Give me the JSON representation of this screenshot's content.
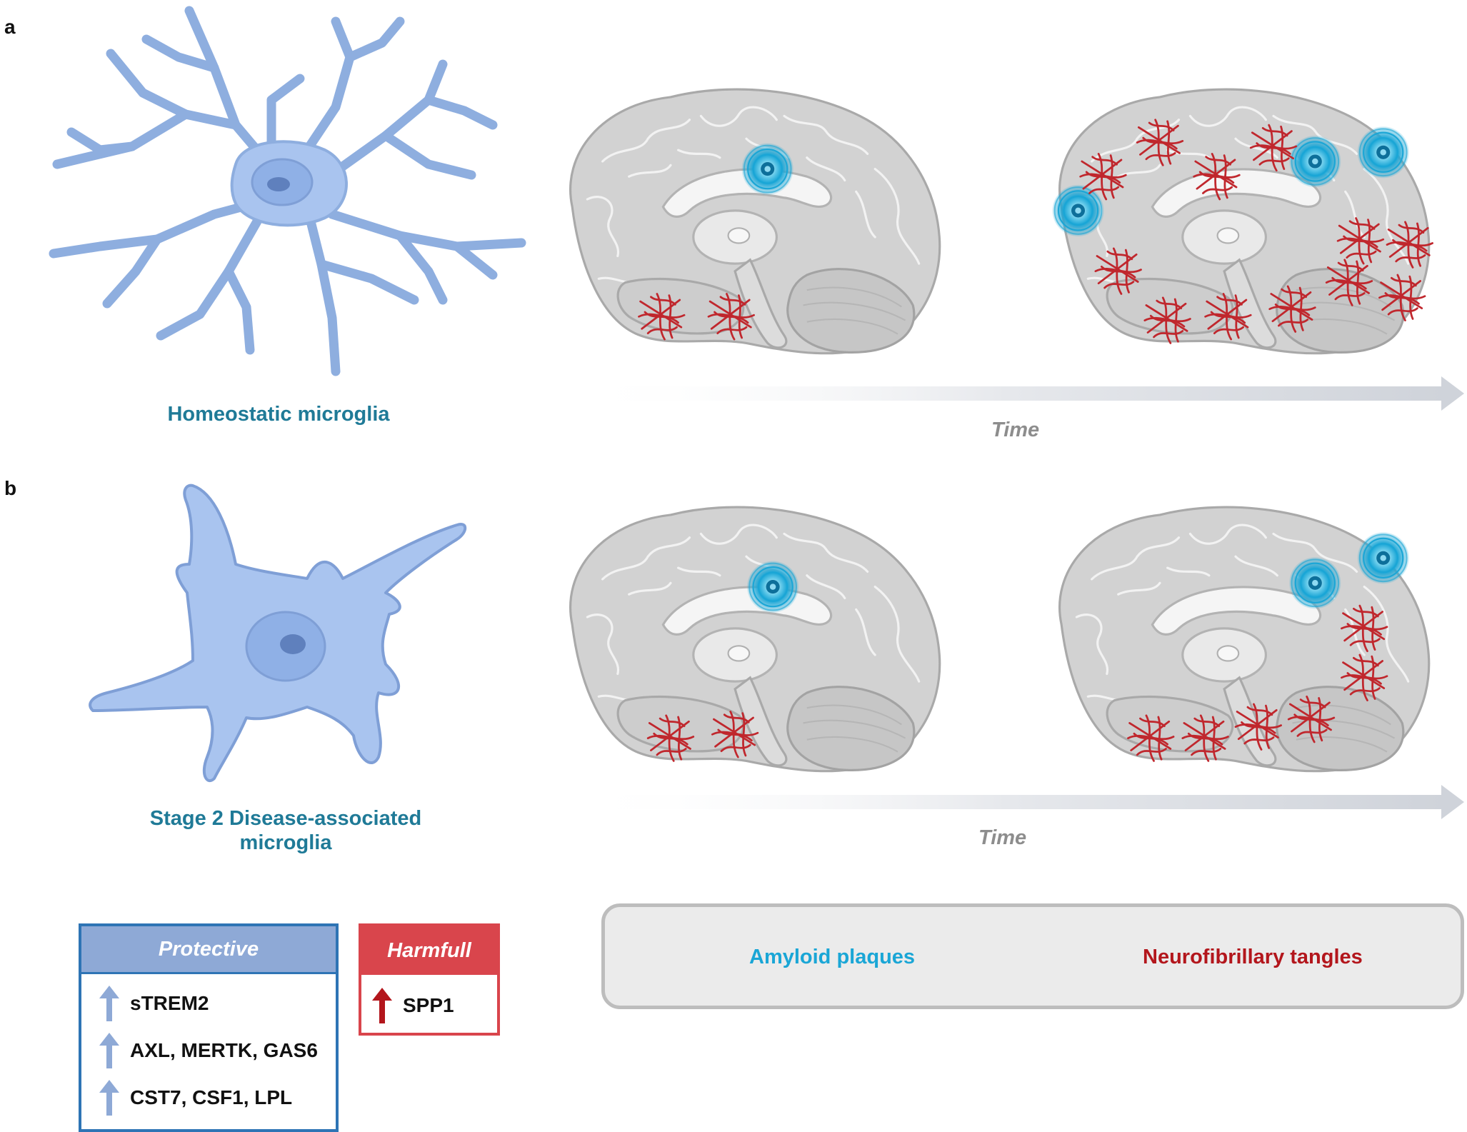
{
  "panels": {
    "a": {
      "letter": "a",
      "cell_label": "Homeostatic microglia",
      "time_label": "Time"
    },
    "b": {
      "letter": "b",
      "cell_label_line1": "Stage 2 Disease-associated",
      "cell_label_line2": "microglia",
      "time_label": "Time"
    }
  },
  "protective_box": {
    "title": "Protective",
    "items": [
      "sTREM2",
      "AXL, MERTK, GAS6",
      "CST7, CSF1, LPL"
    ],
    "arrow": "up-arrow-icon",
    "color": "#8ea9d6"
  },
  "harmful_box": {
    "title": "Harmfull",
    "items": [
      "SPP1"
    ],
    "arrow": "up-arrow-icon",
    "color": "#d9454c"
  },
  "legend": {
    "plaques_label": "Amyloid plaques",
    "tangles_label": "Neurofibrillary tangles",
    "plaques_color": "#1aa6d6",
    "tangles_color": "#c0272d"
  },
  "colors": {
    "brain": "#d2d2d2",
    "microglia": "#a9c4ef",
    "label_teal": "#1f7a97"
  }
}
